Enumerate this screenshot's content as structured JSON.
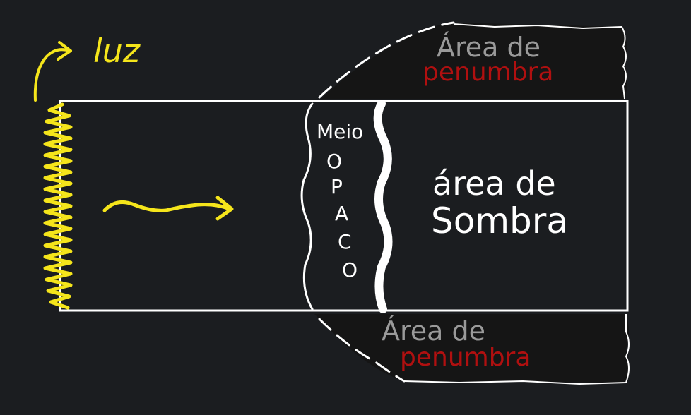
{
  "labels": {
    "light": "luz",
    "medium_line1": "Meio",
    "medium_letters": [
      "O",
      "P",
      "A",
      "C",
      "O"
    ],
    "shadow_line1": "área de",
    "shadow_line2": "Sombra",
    "penumbra_top_line1": "Área de",
    "penumbra_top_line2": "penumbra",
    "penumbra_bottom_line1": "Área de",
    "penumbra_bottom_line2": "penumbra"
  },
  "colors": {
    "background": "#1b1d20",
    "light": "#f5e51b",
    "outline": "#ffffff",
    "penumbra_fill": "#141414",
    "penumbra_title": "#9a9a9a",
    "penumbra_word": "#b01010",
    "text": "#ffffff"
  },
  "icons": {
    "light_source": "zigzag-light-source",
    "light_ray": "wavy-arrow-icon",
    "light_label_arrow": "curved-arrow-icon"
  }
}
